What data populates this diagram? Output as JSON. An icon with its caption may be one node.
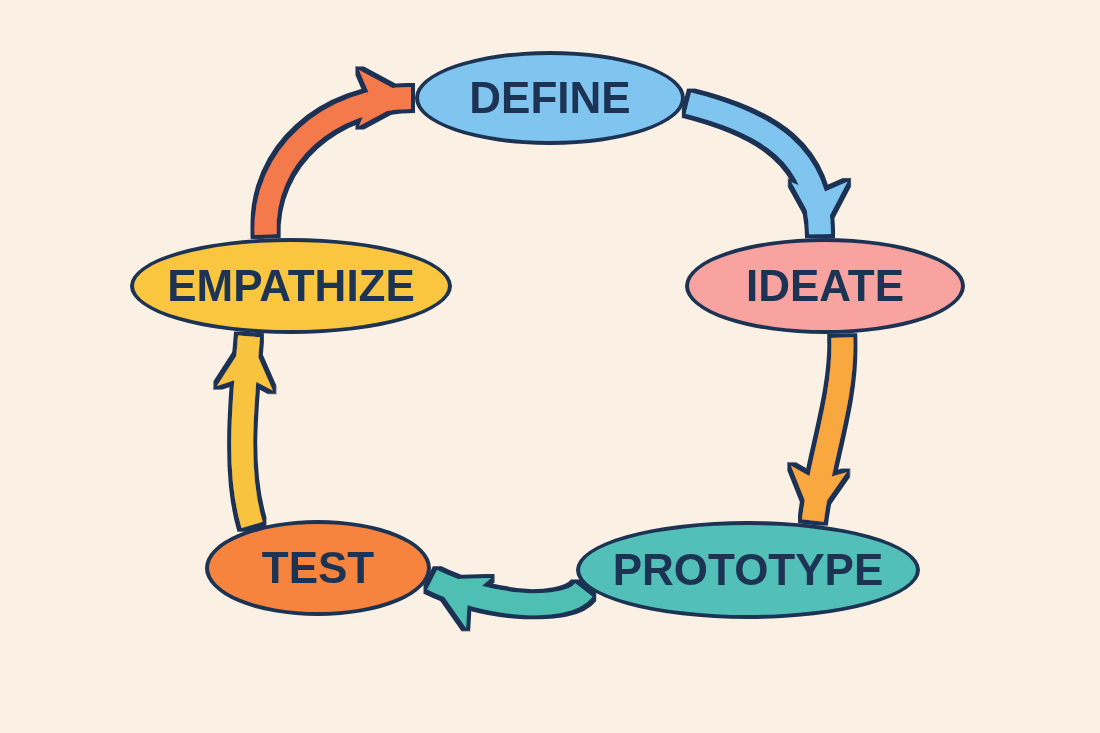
{
  "diagram": {
    "nodes": [
      {
        "text": [
          "DEFINE"
        ]
      },
      {
        "text": [
          "EMPATHIZE"
        ]
      },
      {
        "text": [
          "IDEATE"
        ]
      },
      {
        "text": [
          "TEST"
        ]
      },
      {
        "text": [
          "PROTOTYPE"
        ]
      }
    ],
    "edges": [
      {
        "from": 1,
        "to": 0,
        "arrow": "to",
        "color": "#f47a4b"
      },
      {
        "from": 0,
        "to": 2,
        "arrow": "to",
        "color": "#80c4f0"
      },
      {
        "from": 2,
        "to": 4,
        "arrow": "to",
        "color": "#f9a83f"
      },
      {
        "from": 4,
        "to": 3,
        "arrow": "to",
        "color": "#4fbfb4"
      },
      {
        "from": 3,
        "to": 1,
        "arrow": "to",
        "color": "#f8c440"
      }
    ]
  }
}
